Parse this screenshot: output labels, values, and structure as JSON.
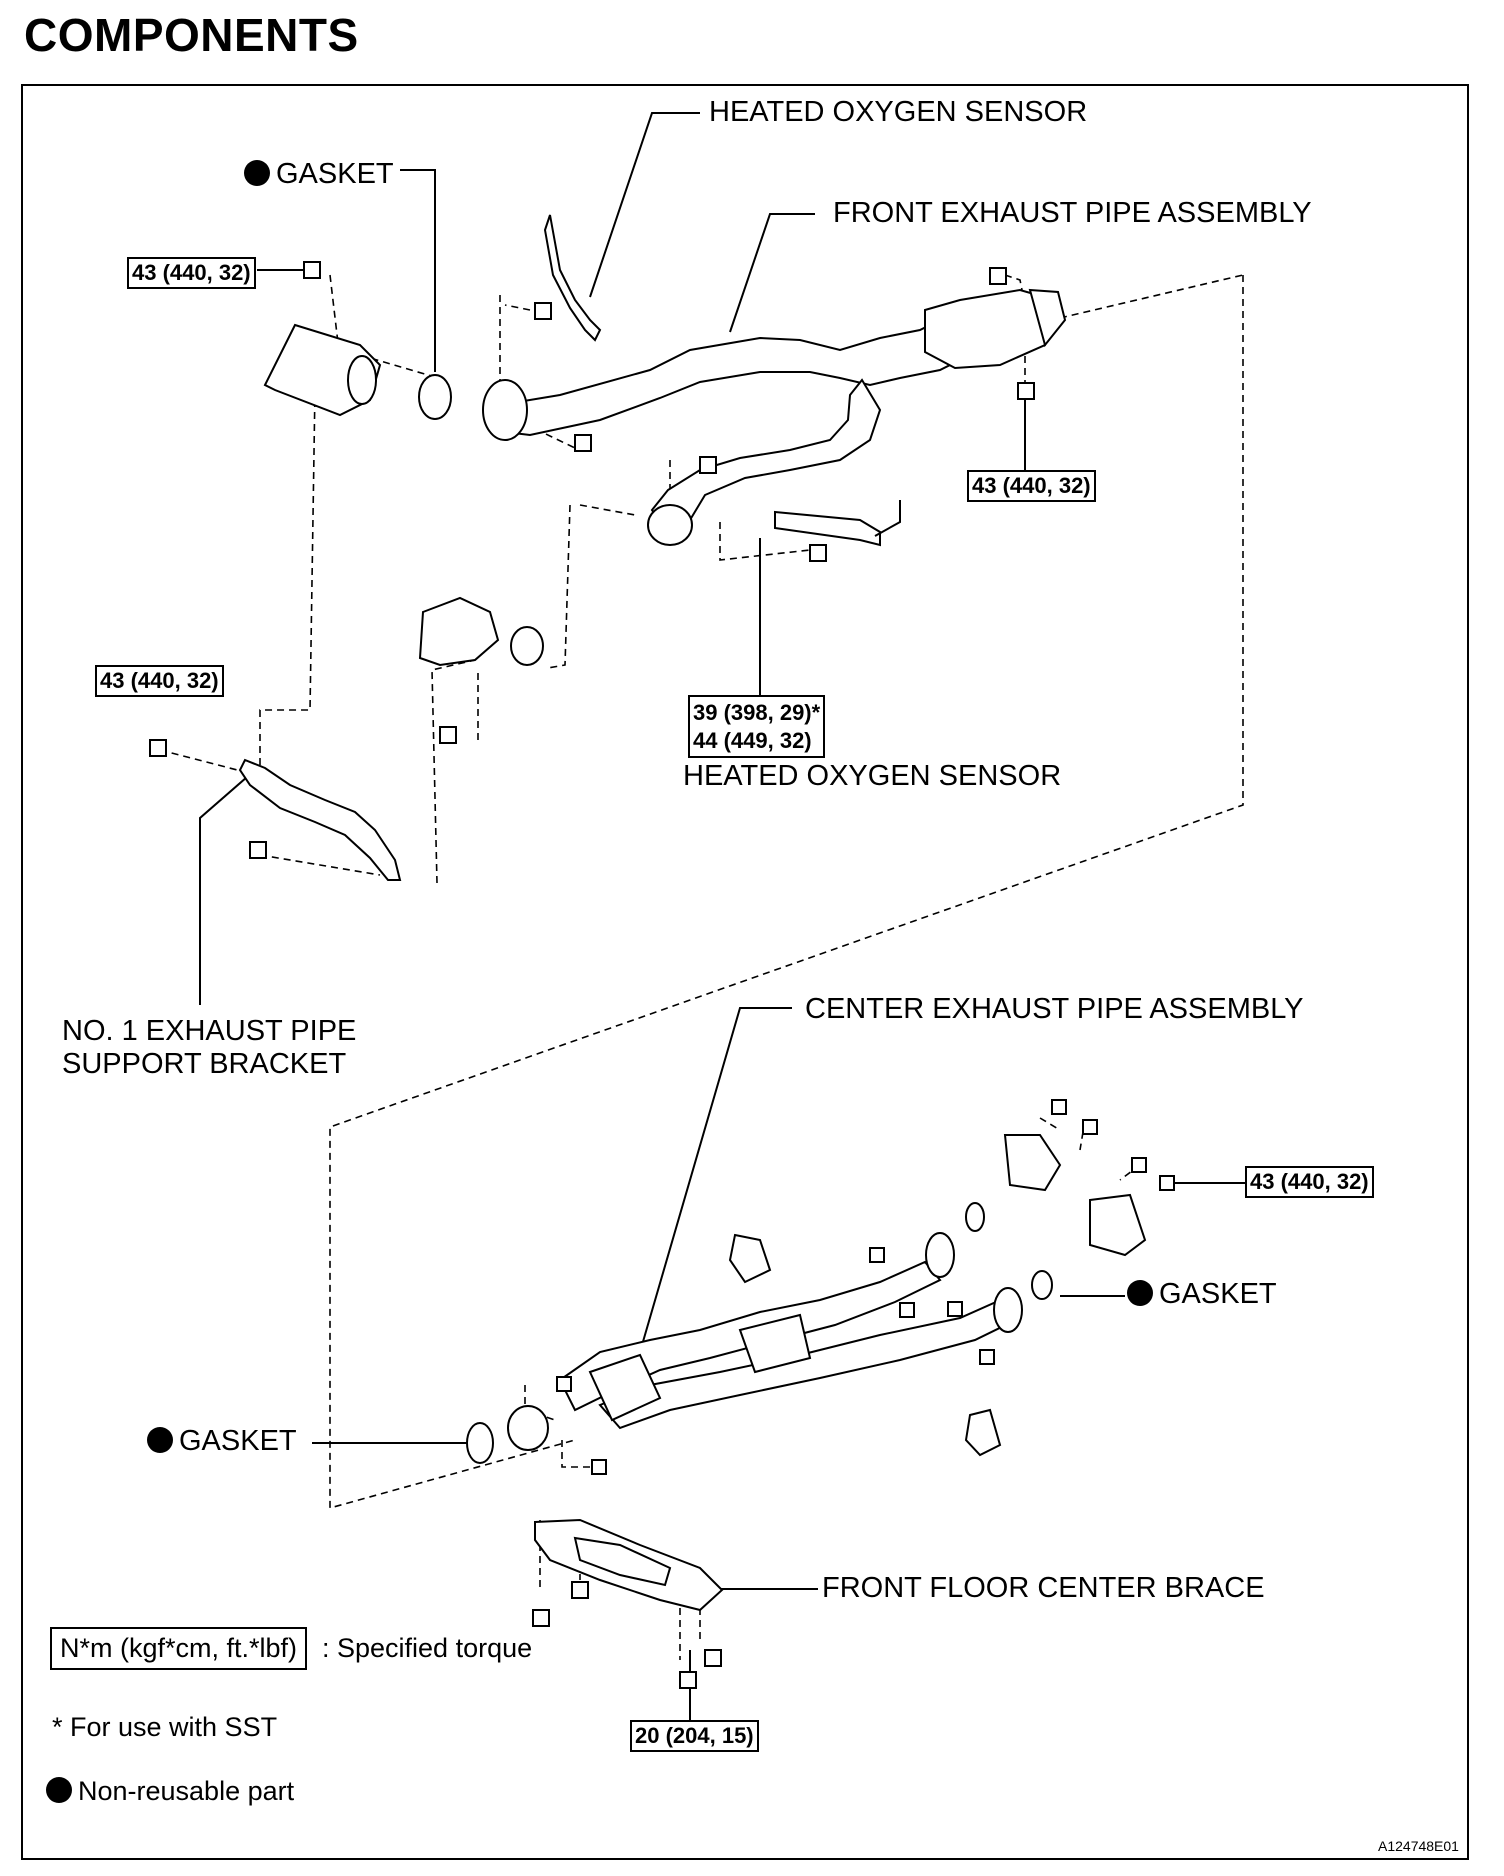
{
  "title": "COMPONENTS",
  "labels": {
    "heated_oxygen_sensor_top": "HEATED OXYGEN SENSOR",
    "gasket_top": "GASKET",
    "front_exhaust_pipe": "FRONT EXHAUST PIPE ASSEMBLY",
    "heated_oxygen_sensor_mid": "HEATED OXYGEN SENSOR",
    "support_bracket_line1": "NO. 1 EXHAUST PIPE",
    "support_bracket_line2": "SUPPORT BRACKET",
    "center_exhaust_pipe": "CENTER EXHAUST PIPE ASSEMBLY",
    "gasket_right": "GASKET",
    "gasket_left": "GASKET",
    "front_floor_brace": "FRONT FLOOR CENTER BRACE"
  },
  "torques": {
    "top_left": "43 (440, 32)",
    "right_cat": "43 (440, 32)",
    "bracket": "43 (440, 32)",
    "sensor_line1": "39 (398, 29)*",
    "sensor_line2": "44 (449, 32)",
    "center_right": "43 (440, 32)",
    "brace": "20 (204, 15)"
  },
  "legend": {
    "torque_unit": "N*m (kgf*cm, ft.*lbf)",
    "torque_desc": ": Specified torque",
    "sst_note": "* For use with SST",
    "non_reusable": "Non-reusable part"
  },
  "figure_ref": "A124748E01"
}
